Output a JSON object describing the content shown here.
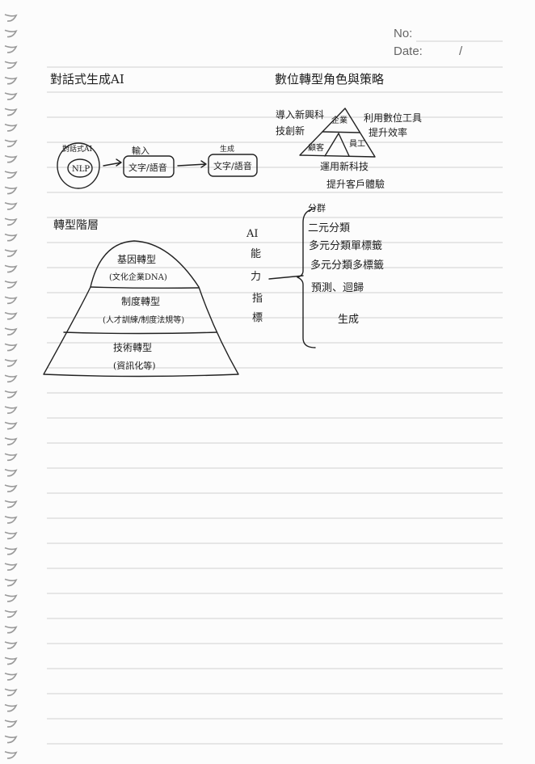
{
  "header": {
    "no_label": "No:",
    "date_label": "Date:",
    "date_separator": "/"
  },
  "sections": {
    "generative_ai": {
      "title": "對話式生成AI",
      "nodes": [
        "對話式AI",
        "NLP",
        "輸入",
        "文字/語音",
        "生成",
        "文字/語音"
      ]
    },
    "digital_role": {
      "title": "數位轉型角色與策略",
      "triangle": [
        "企業",
        "顧客",
        "員工"
      ],
      "notes": [
        "導入新興科",
        "技創新",
        "利用數位工具",
        "提升效率",
        "運用新科技",
        "提升客戶體驗"
      ]
    },
    "transformation_layers": {
      "title": "轉型階層",
      "levels": [
        {
          "name": "基因轉型",
          "detail": "(文化企業DNA)"
        },
        {
          "name": "制度轉型",
          "detail": "(人才訓練/制度法規等)"
        },
        {
          "name": "技術轉型",
          "detail": "(資訊化等)"
        }
      ]
    },
    "ai_capability": {
      "vertical_label": [
        "AI",
        "能",
        "力",
        "指",
        "標"
      ],
      "items": [
        "分群",
        "二元分類",
        "多元分類單標籤",
        "多元分類多標籤",
        "預測、迴歸",
        "生成"
      ]
    }
  }
}
